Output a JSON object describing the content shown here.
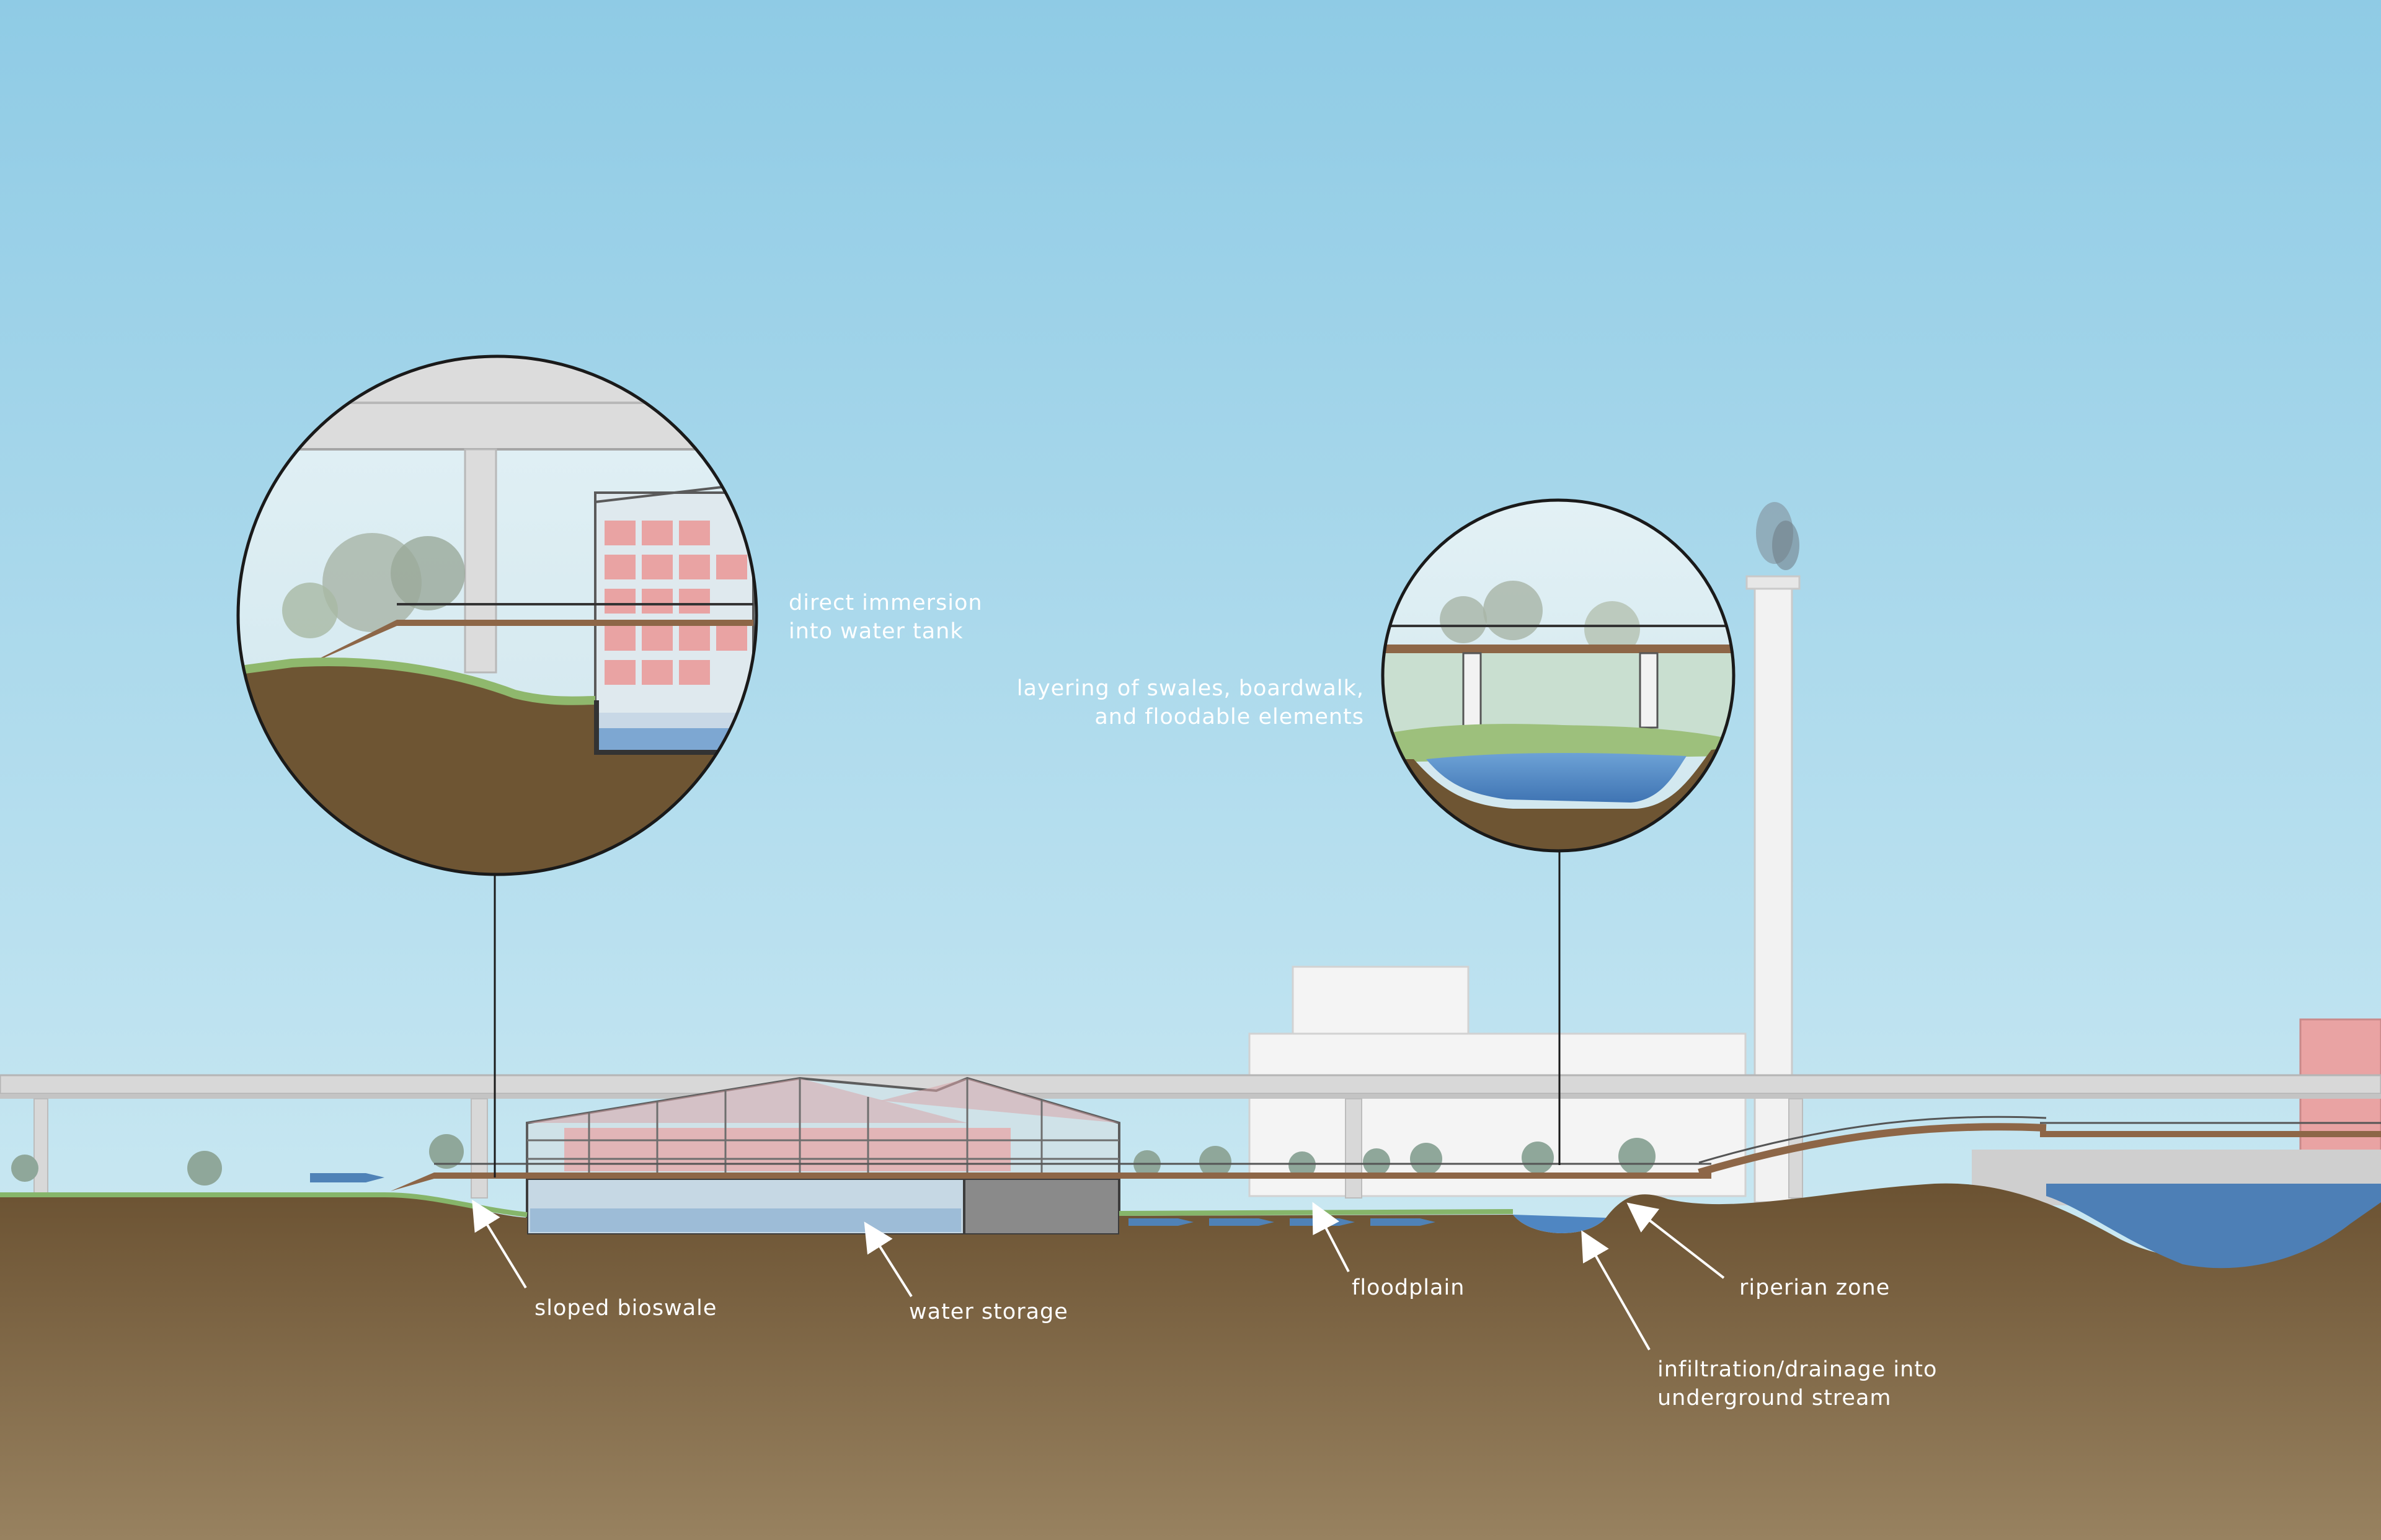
{
  "colors": {
    "sky_top": "#94cde5",
    "sky_bottom": "#d8eef3",
    "soil_top": "#6e5533",
    "soil_bottom": "#96805a",
    "water": "#4f86c2",
    "glass_pink": "#e9a3a3",
    "structure_grey": "#d7d7d7",
    "boardwalk": "#8d6647",
    "vegetation": "#8fb86d",
    "callout_line": "#1a1a1a",
    "label_text": "#ffffff"
  },
  "callouts": {
    "immersion": {
      "lines": [
        "direct immersion",
        "into water tank"
      ]
    },
    "layering": {
      "lines": [
        "layering of swales, boardwalk,",
        "and floodable elements"
      ]
    }
  },
  "labels": {
    "bioswale": "sloped bioswale",
    "storage": "water storage",
    "floodplain": "floodplain",
    "riparian": "riperian zone",
    "infiltration": [
      "infiltration/drainage into",
      "underground stream"
    ]
  }
}
